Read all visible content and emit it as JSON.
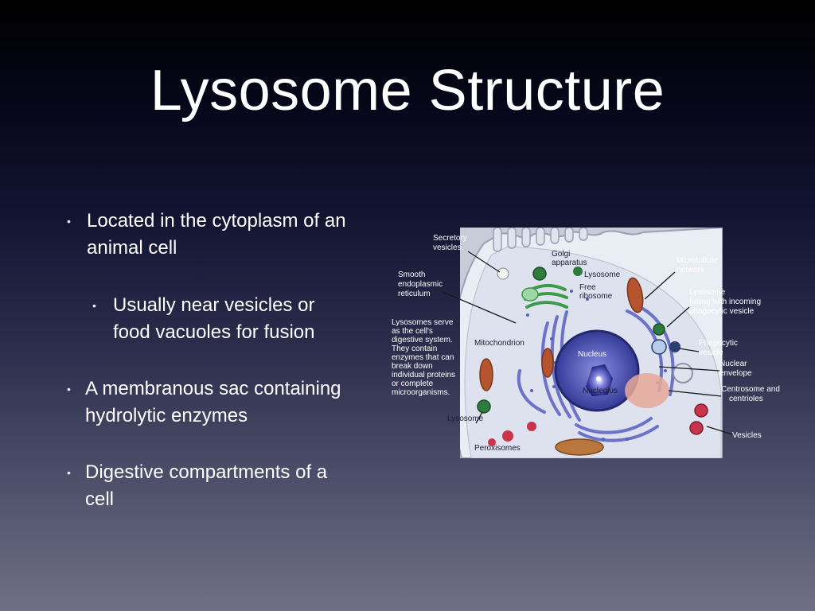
{
  "slide": {
    "title": "Lysosome Structure",
    "bullets": [
      {
        "text_line1": "Located in the cytoplasm of an",
        "text_line2": "animal cell",
        "level": 1
      },
      {
        "text_line1": "Usually near vesicles or",
        "text_line2": "food vacuoles for fusion",
        "level": 2
      },
      {
        "text_line1": "A membranous sac containing",
        "text_line2": "hydrolytic enzymes",
        "level": 1
      },
      {
        "text_line1": "Digestive compartments of a",
        "text_line2": "cell",
        "level": 1
      }
    ],
    "bullet_glyph": "•"
  },
  "diagram": {
    "labels_left": {
      "secretory_1": "Secretory",
      "secretory_2": "vesicles",
      "smooth_1": "Smooth",
      "smooth_2": "endoplasmic",
      "smooth_3": "reticulum",
      "caption": [
        "Lysosomes serve",
        "as the cell's",
        "digestive system.",
        "They contain",
        "enzymes that can",
        "break down",
        "individual proteins",
        "or complete",
        "microorganisms."
      ]
    },
    "labels_right": {
      "microtubule_1": "Microtubule",
      "microtubule_2": "network",
      "lysosome_fusing_1": "Lysosome",
      "lysosome_fusing_2": "fusing with incoming",
      "lysosome_fusing_3": "phagocytic vesicle",
      "phagocytic_1": "Phagocytic",
      "phagocytic_2": "vesicle",
      "nuclear_1": "Nuclear",
      "nuclear_2": "envelope",
      "centrosome_1": "Centrosome and",
      "centrosome_2": "centrioles",
      "vesicles": "Vesicles"
    },
    "labels_inside": {
      "golgi_1": "Golgi",
      "golgi_2": "apparatus",
      "lysosome_top": "Lysosome",
      "free_ribosome_1": "Free",
      "free_ribosome_2": "ribosome",
      "mitochondrion": "Mitochondrion",
      "nucleus": "Nucleus",
      "nucleolus": "Nucleolus",
      "lysosome_bottom": "Lysosome",
      "peroxisomes": "Peroxisomes"
    }
  },
  "colors": {
    "cell_fill": "#e9edf4",
    "cytoplasm": "#cfd6e6",
    "nucleus": "#3a3f9c",
    "er": "#6b72c8",
    "golgi": "#3c9a4a",
    "lysosome": "#2f7a3d",
    "mitochondria": "#b5552f",
    "peroxisome": "#c8344a",
    "centrosome": "#e8a898"
  }
}
